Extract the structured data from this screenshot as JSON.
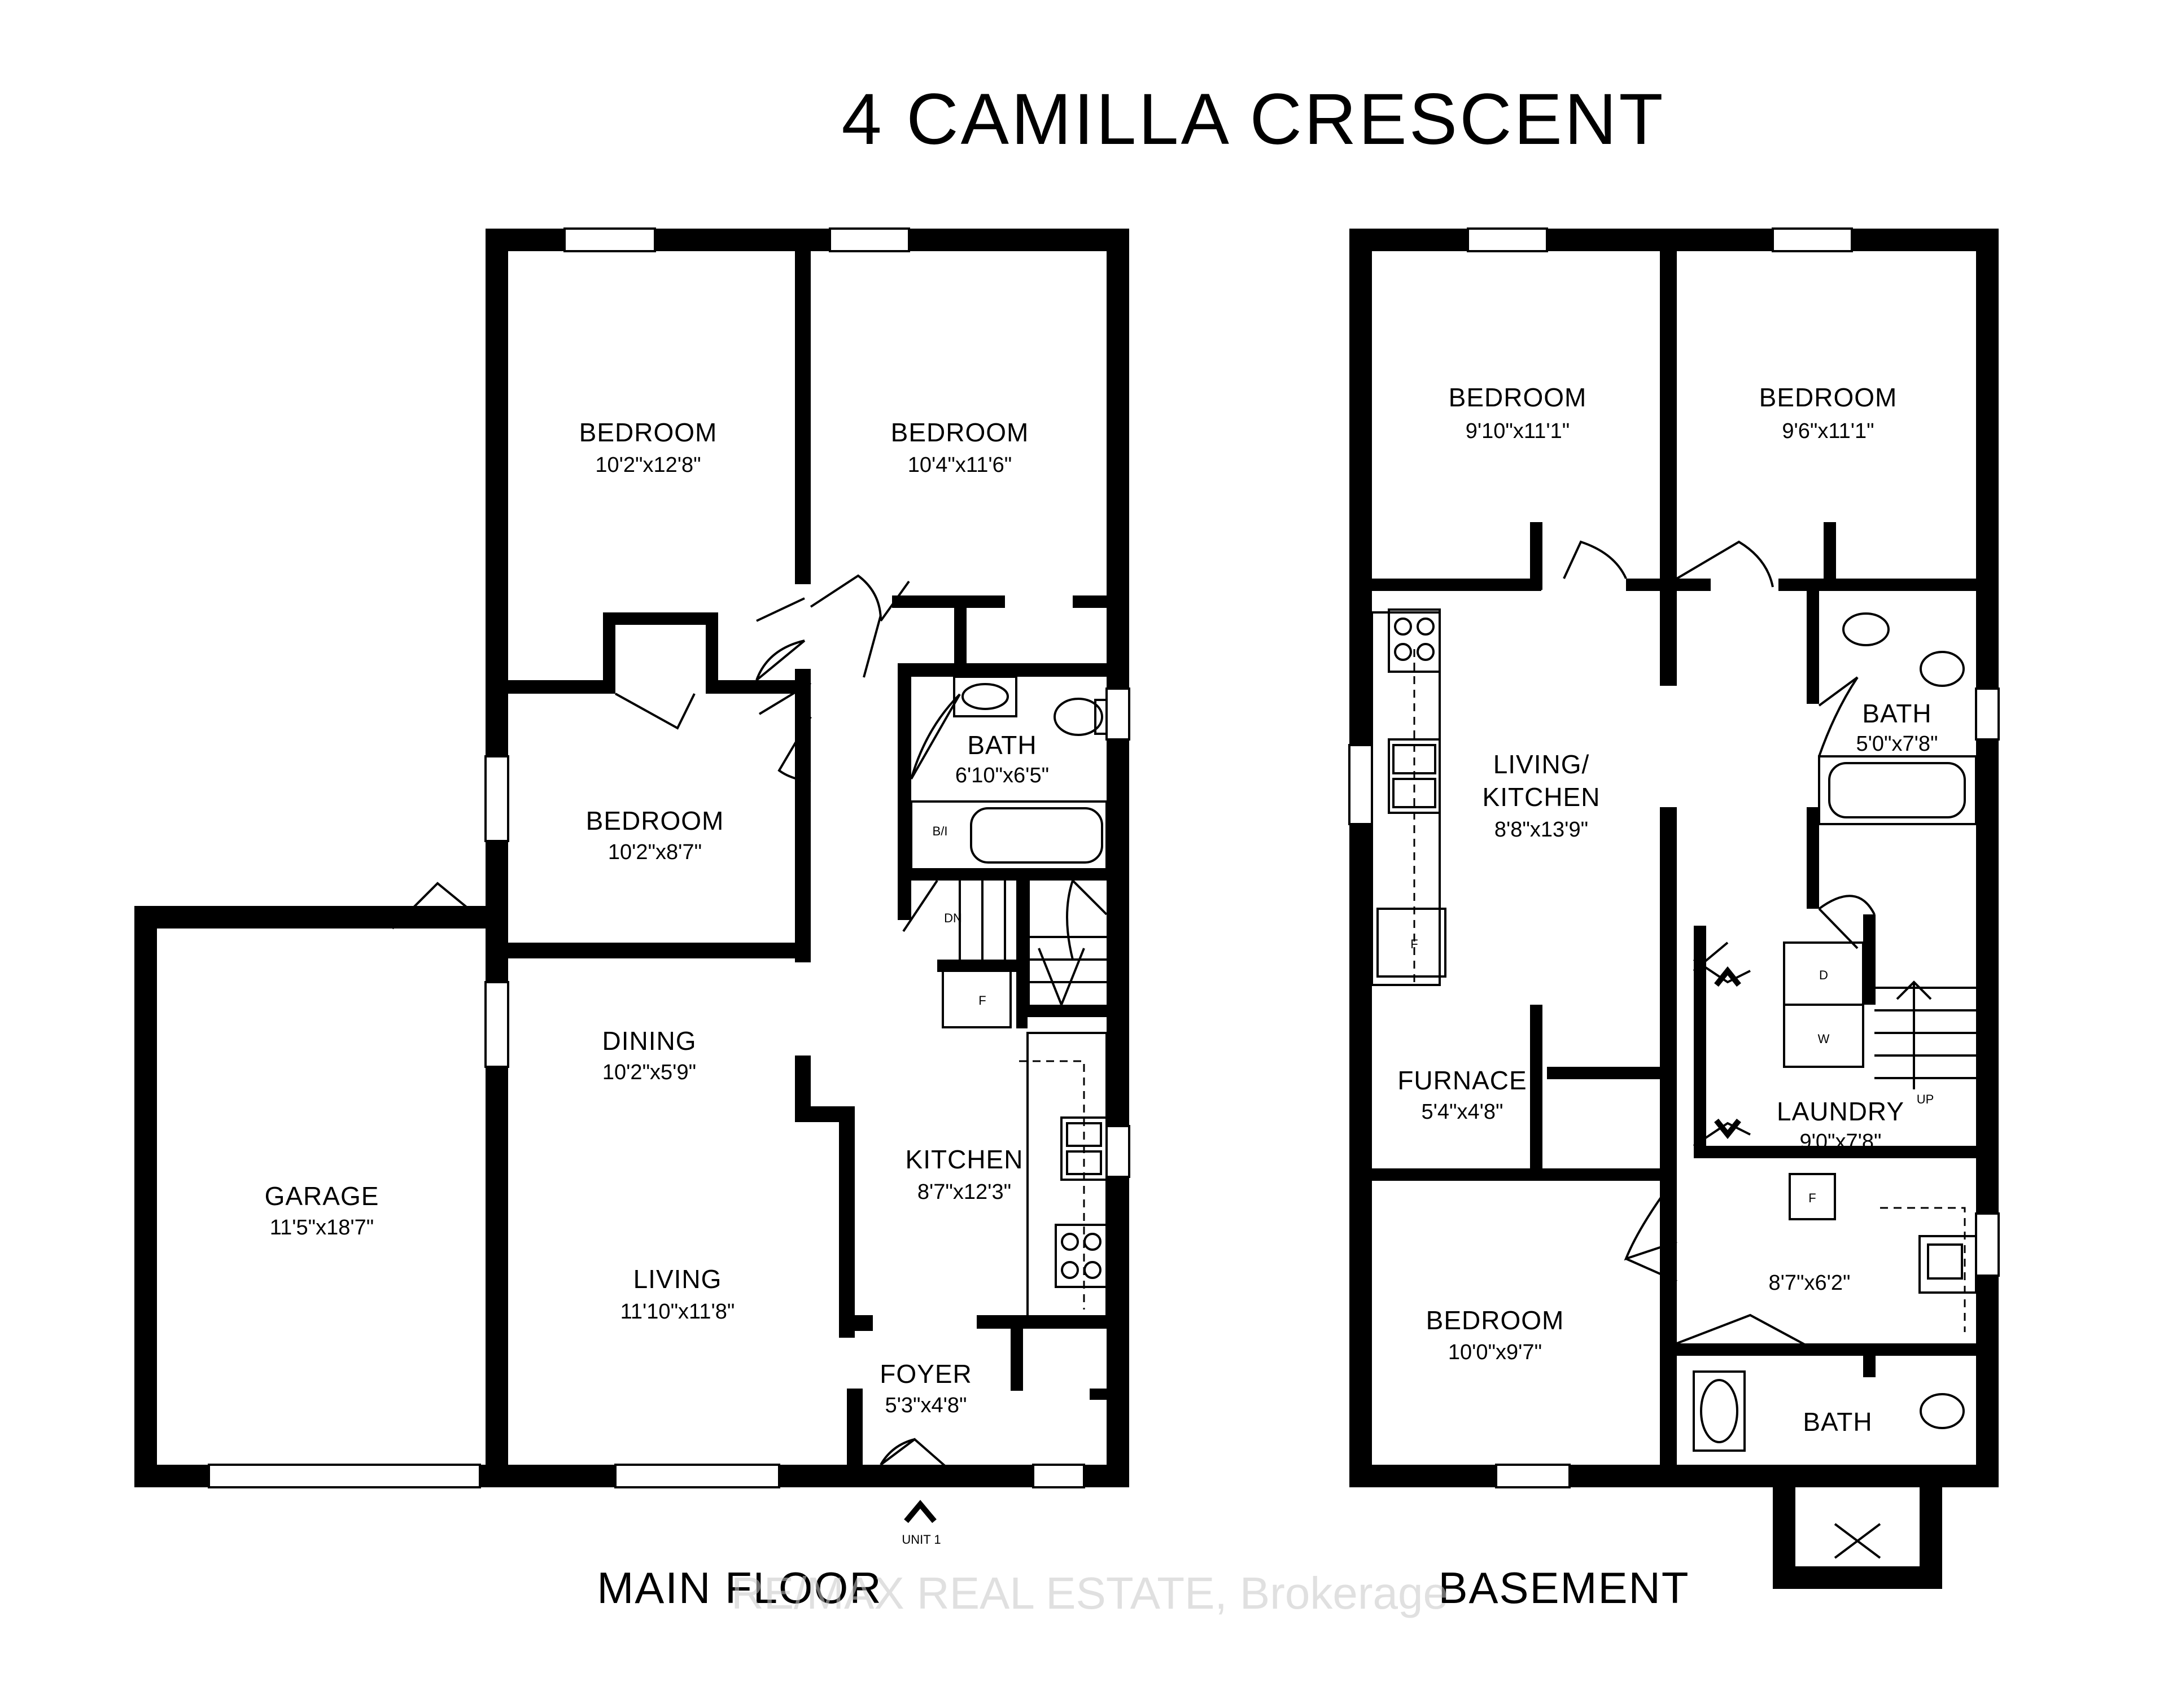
{
  "title": "4 CAMILLA CRESCENT",
  "watermark": "RE/MAX REAL ESTATE, Brokerage",
  "floors": {
    "main": {
      "label": "MAIN FLOOR",
      "entrance_label": "UNIT 1",
      "rooms": {
        "bedroom_a": {
          "name": "BEDROOM",
          "dims": "10'2\"x12'8\""
        },
        "bedroom_b": {
          "name": "BEDROOM",
          "dims": "10'4\"x11'6\""
        },
        "bedroom_c": {
          "name": "BEDROOM",
          "dims": "10'2\"x8'7\""
        },
        "bath": {
          "name": "BATH",
          "dims": "6'10\"x6'5\""
        },
        "dining": {
          "name": "DINING",
          "dims": "10'2\"x5'9\""
        },
        "kitchen": {
          "name": "KITCHEN",
          "dims": "8'7\"x12'3\""
        },
        "living": {
          "name": "LIVING",
          "dims": "11'10\"x11'8\""
        },
        "foyer": {
          "name": "FOYER",
          "dims": "5'3\"x4'8\""
        },
        "garage": {
          "name": "GARAGE",
          "dims": "11'5\"x18'7\""
        }
      },
      "fixtures": {
        "stair": "DN",
        "fridge": "F",
        "built_in": "B/I"
      }
    },
    "basement": {
      "label": "BASEMENT",
      "rooms": {
        "bedroom_a": {
          "name": "BEDROOM",
          "dims": "9'10\"x11'1\""
        },
        "bedroom_b": {
          "name": "BEDROOM",
          "dims": "9'6\"x11'1\""
        },
        "living_kitchen_1": "LIVING/",
        "living_kitchen_2": "KITCHEN",
        "living_kitchen_dims": "8'8\"x13'9\"",
        "bath_a": {
          "name": "BATH",
          "dims": "5'0\"x7'8\""
        },
        "furnace": {
          "name": "FURNACE",
          "dims": "5'4\"x4'8\""
        },
        "laundry": {
          "name": "LAUNDRY",
          "dims": "9'0\"x7'8\""
        },
        "bedroom_c": {
          "name": "BEDROOM",
          "dims": "10'0\"x9'7\""
        },
        "kitchenette": {
          "dims": "8'7\"x6'2\""
        },
        "bath_b": {
          "name": "BATH"
        }
      },
      "fixtures": {
        "dryer": "D",
        "washer": "W",
        "stair": "UP",
        "fridge": "F",
        "fridge_2": "F"
      }
    }
  }
}
